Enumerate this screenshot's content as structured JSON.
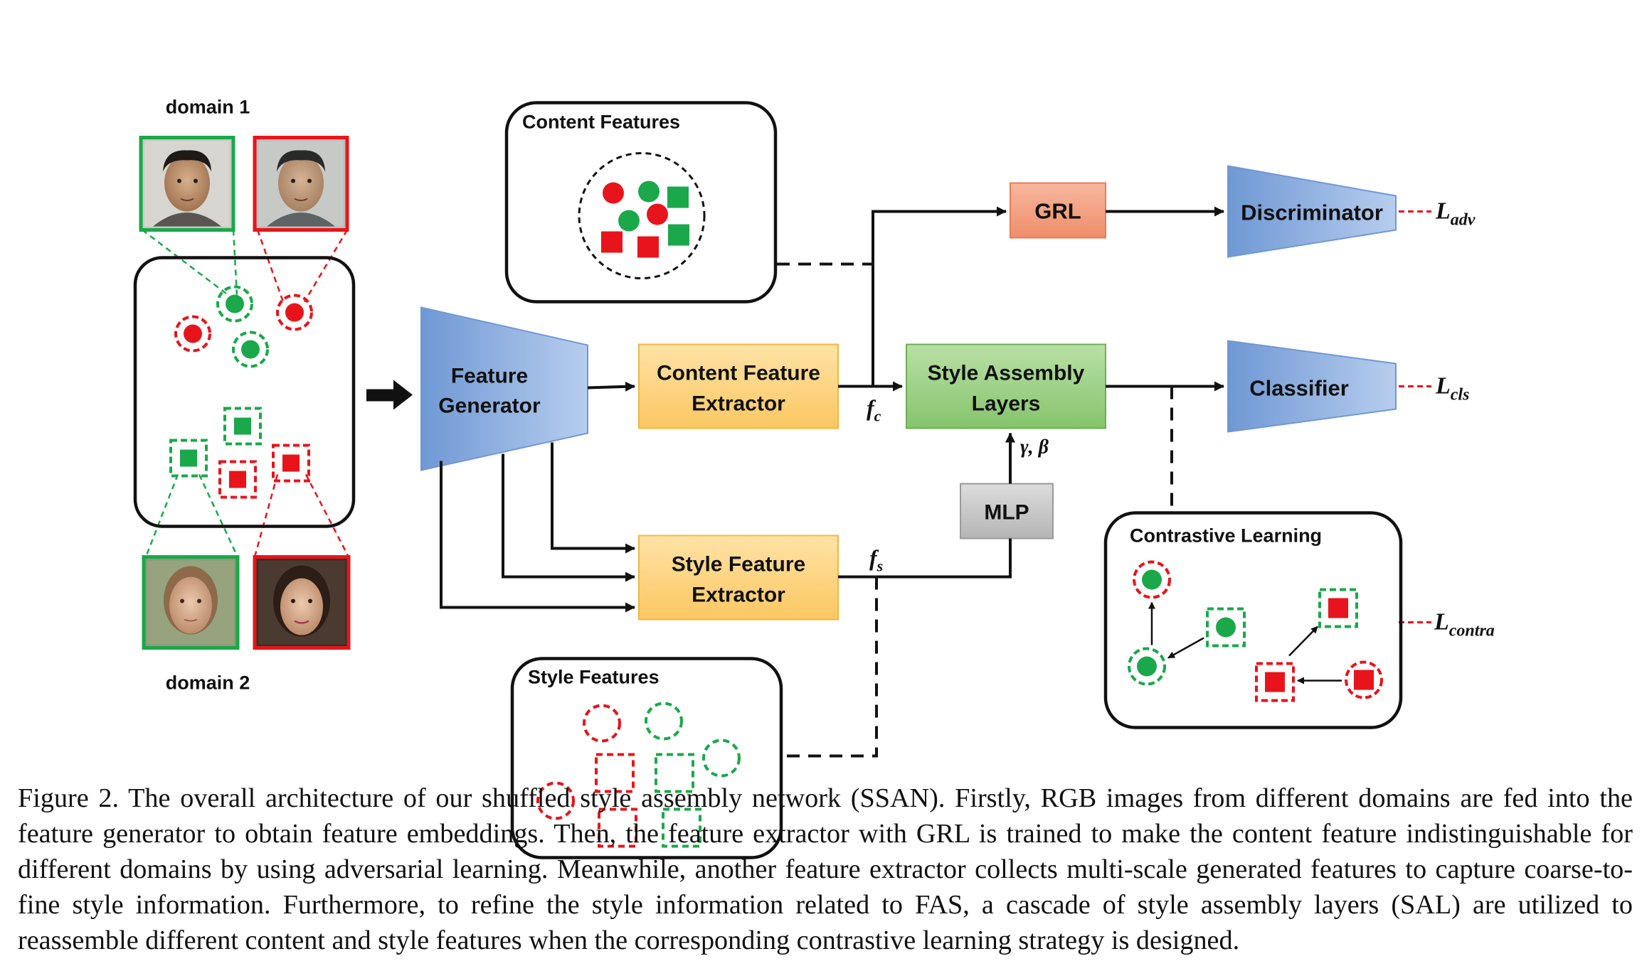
{
  "labels": {
    "domain1": "domain 1",
    "domain2": "domain 2",
    "content_features": "Content Features",
    "style_features": "Style Features",
    "feature_generator": [
      "Feature",
      "Generator"
    ],
    "content_extractor": [
      "Content Feature",
      "Extractor"
    ],
    "style_extractor": [
      "Style Feature",
      "Extractor"
    ],
    "grl": "GRL",
    "discriminator": "Discriminator",
    "sal": [
      "Style Assembly",
      "Layers"
    ],
    "classifier": "Classifier",
    "mlp": "MLP",
    "contrastive": "Contrastive Learning",
    "fc": "f",
    "fc_sub": "c",
    "fs": "f",
    "fs_sub": "s",
    "gamma_beta": "γ, β",
    "l_adv": "L",
    "l_adv_sub": "adv",
    "l_cls": "L",
    "l_cls_sub": "cls",
    "l_contra": "L",
    "l_contra_sub": "contra"
  },
  "colors": {
    "green": "#1aa84a",
    "red": "#e8141b",
    "blue_box": "#7ea6d9",
    "orange_box": "#fdd080",
    "green_box": "#9fd18b",
    "grl_box": "#f4a486",
    "mlp_box": "#c8c8c8"
  },
  "caption": "Figure 2. The overall architecture of our shuffled style assembly network (SSAN). Firstly, RGB images from different domains are fed into the feature generator to obtain feature embeddings. Then, the feature extractor with GRL is trained to make the content feature indistinguishable for different domains by using adversarial learning. Meanwhile, another feature extractor collects multi-scale generated features to capture coarse-to-fine style information. Furthermore, to refine the style information related to FAS, a cascade of style assembly layers (SAL) are utilized to reassemble different content and style features when the corresponding contrastive learning strategy is designed."
}
